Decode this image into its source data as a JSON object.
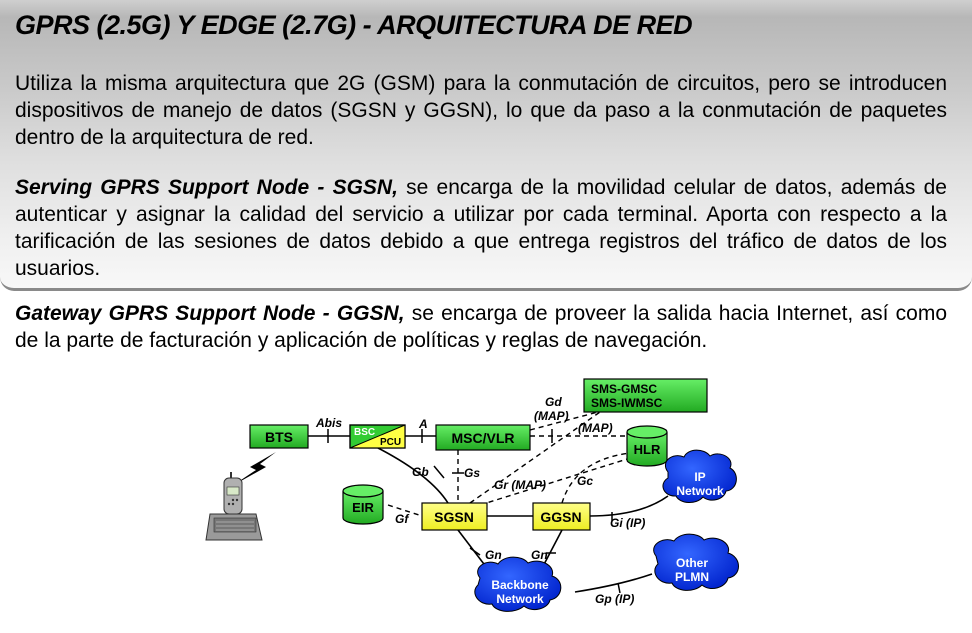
{
  "header": {
    "title": "GPRS (2.5G) Y EDGE (2.7G) - ARQUITECTURA DE RED"
  },
  "paragraphs": {
    "intro": "Utiliza la misma arquitectura que 2G (GSM) para la conmutación de circuitos, pero se introducen dispositivos de manejo de datos (SGSN y GGSN), lo que da paso a la conmutación de paquetes dentro de la arquitectura de red.",
    "sgsn_term": "Serving GPRS Support Node - SGSN,",
    "sgsn_text": " se encarga de la movilidad celular de datos, además de autenticar y asignar la calidad del servicio a utilizar por cada terminal. Aporta con respecto a la tarificación de las sesiones de datos debido a que entrega registros del tráfico de datos de los usuarios.",
    "ggsn_term": "Gateway GPRS Support Node - GGSN,",
    "ggsn_text": " se encarga de proveer la salida hacia Internet, así como de la parte de facturación y aplicación de políticas y reglas de navegación."
  },
  "diagram": {
    "nodes": {
      "bts": "BTS",
      "bsc": "BSC",
      "pcu": "PCU",
      "msc_vlr": "MSC/VLR",
      "sms_gmsc": "SMS-GMSC",
      "sms_iwmsc": "SMS-IWMSC",
      "hlr": "HLR",
      "eir": "EIR",
      "sgsn": "SGSN",
      "ggsn": "GGSN",
      "ip_network_1": "IP",
      "ip_network_2": "Network",
      "backbone_1": "Backbone",
      "backbone_2": "Network",
      "other_plmn_1": "Other",
      "other_plmn_2": "PLMN"
    },
    "interfaces": {
      "abis": "Abis",
      "a": "A",
      "gd": "Gd",
      "gd_map": "(MAP)",
      "map": "(MAP)",
      "gb": "Gb",
      "gs": "Gs",
      "gr": "Gr (MAP)",
      "gc": "Gc",
      "gf": "Gf",
      "gi": "Gi (IP)",
      "gn_1": "Gn",
      "gn_2": "Gn",
      "gp": "Gp (IP)"
    },
    "colors": {
      "node_green": "#33cc33",
      "node_yellow": "#ffff44",
      "cloud_blue": "#1a4dff",
      "lightning": "#000000"
    }
  }
}
